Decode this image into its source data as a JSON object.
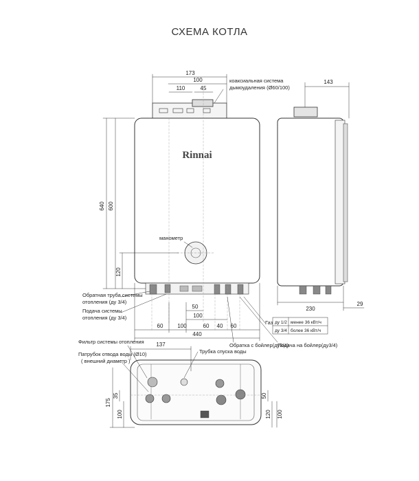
{
  "title": "СХЕМА КОТЛА",
  "brand": "Rinnai",
  "labels": {
    "coaxial_line1": "коаксиальная система",
    "coaxial_line2": "дымоудаления (Ø60/100)",
    "manometer": "манометр",
    "return_pipe_line1": "Обратная труба системы",
    "return_pipe_line2": "отопления (ду 3/4)",
    "supply_line1": "Подача системы",
    "supply_line2": "отопления (ду 3/4)",
    "gas": "Газ",
    "boiler_return": "Обратка с бойлер(ду3/4)",
    "boiler_supply": "Подача на бойлер(ду3/4)",
    "heating_filter": "Фильтр системы отопления",
    "drain_tube": "Трубка спуска воды",
    "water_drain_line1": "Патрубок отвода воды (Ø10)",
    "water_drain_line2": "( внешний диаметр )"
  },
  "gas_table": [
    {
      "size": "ду 1/2",
      "power": "менее 36 кВт/ч"
    },
    {
      "size": "ду 3/4",
      "power": "более 36 кВт/ч"
    }
  ],
  "dimensions": {
    "top_width": "173",
    "top_100": "100",
    "top_110": "110",
    "top_45": "45",
    "height_640": "640",
    "height_600": "600",
    "height_120": "120",
    "bottom_60_left": "60",
    "bottom_100": "100",
    "bottom_60_mid": "60",
    "bottom_40": "40",
    "bottom_60_right": "60",
    "bottom_50": "50",
    "bottom_100_inner": "100",
    "total_width": "440",
    "side_143": "143",
    "side_230": "230",
    "side_29": "29",
    "bv_137": "137",
    "bv_175": "175",
    "bv_35": "35",
    "bv_100": "100",
    "bv_50": "50",
    "bv_120": "120",
    "bv_100_right": "100"
  }
}
